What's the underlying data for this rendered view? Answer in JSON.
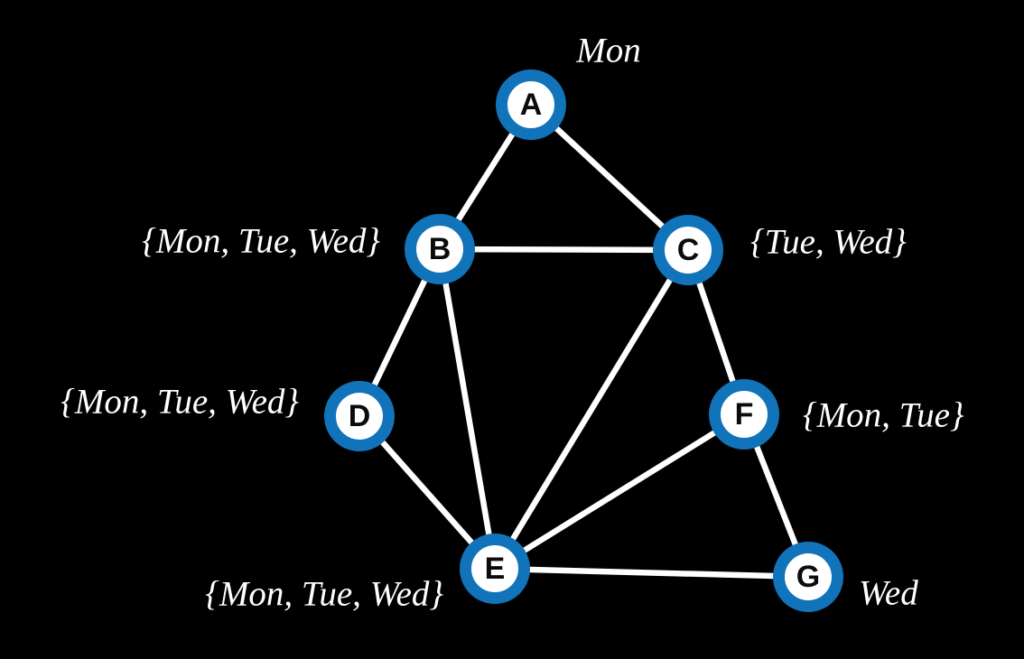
{
  "page": {
    "background": "#000000",
    "description": "Constraint graph of variables A-G with day-domain labels"
  },
  "colors": {
    "node_ring": "#1173b9",
    "node_fill": "#ffffff",
    "node_letter": "#0b0b0b",
    "edge": "#ffffff",
    "label_text": "#ffffff",
    "background": "#000000"
  },
  "graph": {
    "nodes": [
      {
        "id": "A",
        "letter": "A",
        "domain_label": "Mon"
      },
      {
        "id": "B",
        "letter": "B",
        "domain_label": "{Mon, Tue, Wed}"
      },
      {
        "id": "C",
        "letter": "C",
        "domain_label": "{Tue, Wed}"
      },
      {
        "id": "D",
        "letter": "D",
        "domain_label": "{Mon, Tue, Wed}"
      },
      {
        "id": "E",
        "letter": "E",
        "domain_label": "{Mon, Tue, Wed}"
      },
      {
        "id": "F",
        "letter": "F",
        "domain_label": "{Mon, Tue}"
      },
      {
        "id": "G",
        "letter": "G",
        "domain_label": "Wed"
      }
    ],
    "edges": [
      {
        "from": "A",
        "to": "B"
      },
      {
        "from": "A",
        "to": "C"
      },
      {
        "from": "B",
        "to": "C"
      },
      {
        "from": "B",
        "to": "D"
      },
      {
        "from": "B",
        "to": "E"
      },
      {
        "from": "C",
        "to": "E"
      },
      {
        "from": "C",
        "to": "F"
      },
      {
        "from": "D",
        "to": "E"
      },
      {
        "from": "E",
        "to": "F"
      },
      {
        "from": "E",
        "to": "G"
      },
      {
        "from": "F",
        "to": "G"
      }
    ]
  }
}
